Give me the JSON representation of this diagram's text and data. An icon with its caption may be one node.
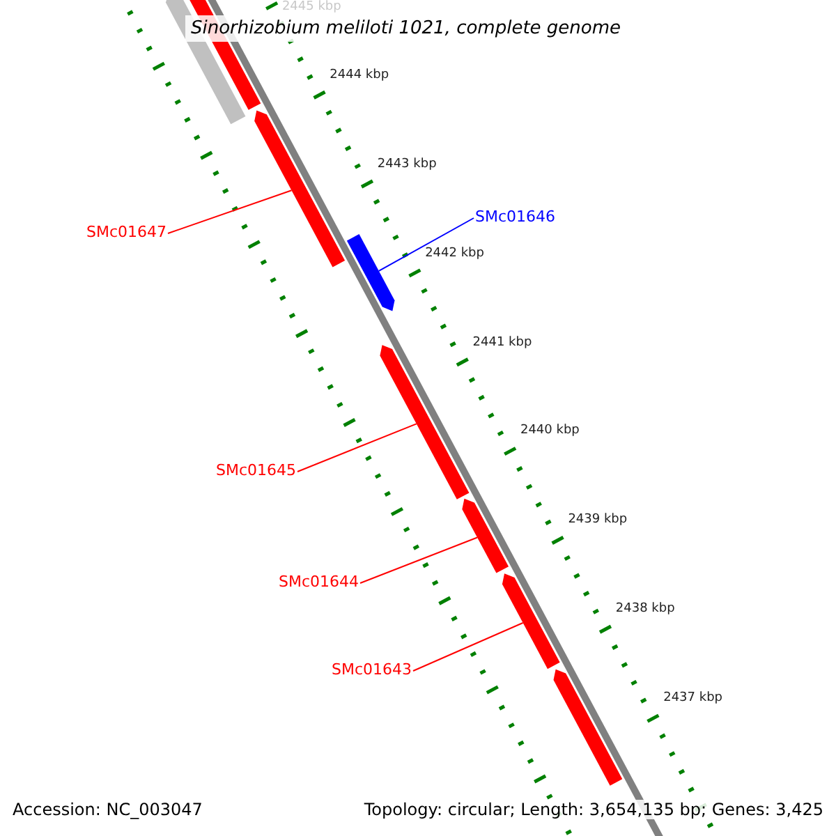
{
  "diagram": {
    "title": "Sinorhizobium meliloti 1021, complete genome",
    "nodes": [
      {
        "text": [
          "SMc01647"
        ]
      },
      {
        "text": [
          "SMc01646"
        ]
      },
      {
        "text": [
          "SMc01645"
        ]
      },
      {
        "text": [
          "SMc01644"
        ]
      },
      {
        "text": [
          "SMc01643"
        ]
      },
      {
        "text": [],
        "shape": "arrow"
      },
      {
        "text": [],
        "shape": "arrow"
      },
      {
        "text": [],
        "shape": "arrow"
      },
      {
        "text": [],
        "shape": "arrow"
      },
      {
        "text": [],
        "shape": "arrow"
      },
      {
        "text": [],
        "shape": "arrow"
      },
      {
        "text": [],
        "shape": "arrow"
      },
      {
        "text": [],
        "shape": "arrow"
      }
    ],
    "edges": [
      {
        "from": 0,
        "to": 7,
        "arrow": "none"
      },
      {
        "from": 1,
        "to": 8,
        "arrow": "none",
        "color": "#0000ff"
      },
      {
        "from": 2,
        "to": 9,
        "arrow": "none"
      },
      {
        "from": 3,
        "to": 10,
        "arrow": "none"
      },
      {
        "from": 4,
        "to": 11,
        "arrow": "none"
      }
    ],
    "labels": [
      "2445 kbp",
      "2444 kbp",
      "2443 kbp",
      "2442 kbp",
      "2441 kbp",
      "2440 kbp",
      "2439 kbp",
      "2438 kbp",
      "2437 kbp",
      "Accession: NC_003047",
      "Topology: circular; Length: 3,654,135 bp; Genes: 3,425"
    ]
  }
}
